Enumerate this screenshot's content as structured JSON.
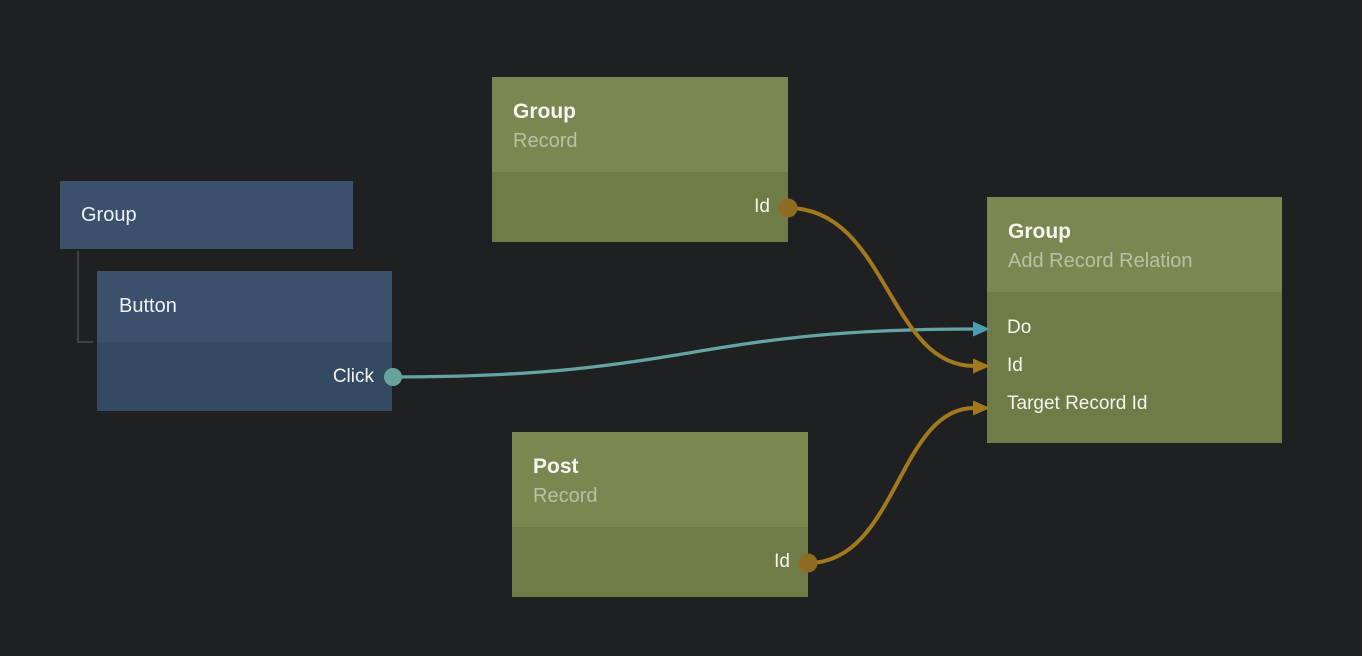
{
  "app": {
    "view": "visual-logic-node-editor"
  },
  "colors": {
    "background": "#1f2021",
    "node_blue_header": "#3a506b",
    "node_blue_body": "#344a62",
    "node_green_header": "#7a8751",
    "node_green_body": "#6f7c48",
    "title_text": "#f5f6f1",
    "subtitle_text": "#b9c1a5",
    "port_label_text": "#f4f4f1",
    "edge_teal": "#64a5a4",
    "edge_orange": "#a1791f",
    "output_port_teal": "#68a29d",
    "output_port_orange": "#8d6c22",
    "input_arrow_teal": "#4f9db2",
    "input_arrow_orange": "#a1791f",
    "hierarchy_line": "#4a4a4a"
  },
  "nodes": {
    "group_frame": {
      "title": "Group"
    },
    "button": {
      "title": "Button",
      "outputs": {
        "click": {
          "label": "Click"
        }
      }
    },
    "group_record": {
      "title": "Group",
      "subtitle": "Record",
      "outputs": {
        "id": {
          "label": "Id"
        }
      }
    },
    "post_record": {
      "title": "Post",
      "subtitle": "Record",
      "outputs": {
        "id": {
          "label": "Id"
        }
      }
    },
    "add_record_relation": {
      "title": "Group",
      "subtitle": "Add Record Relation",
      "inputs": {
        "do": {
          "label": "Do"
        },
        "id": {
          "label": "Id"
        },
        "target_record_id": {
          "label": "Target Record Id"
        }
      }
    }
  },
  "edges": [
    {
      "from": "button.outputs.click",
      "to": "add_record_relation.inputs.do",
      "color": "#64a5a4"
    },
    {
      "from": "group_record.outputs.id",
      "to": "add_record_relation.inputs.id",
      "color": "#a1791f"
    },
    {
      "from": "post_record.outputs.id",
      "to": "add_record_relation.inputs.target_record_id",
      "color": "#a1791f"
    }
  ],
  "hierarchy": [
    {
      "parent": "group_frame",
      "child": "button"
    }
  ]
}
